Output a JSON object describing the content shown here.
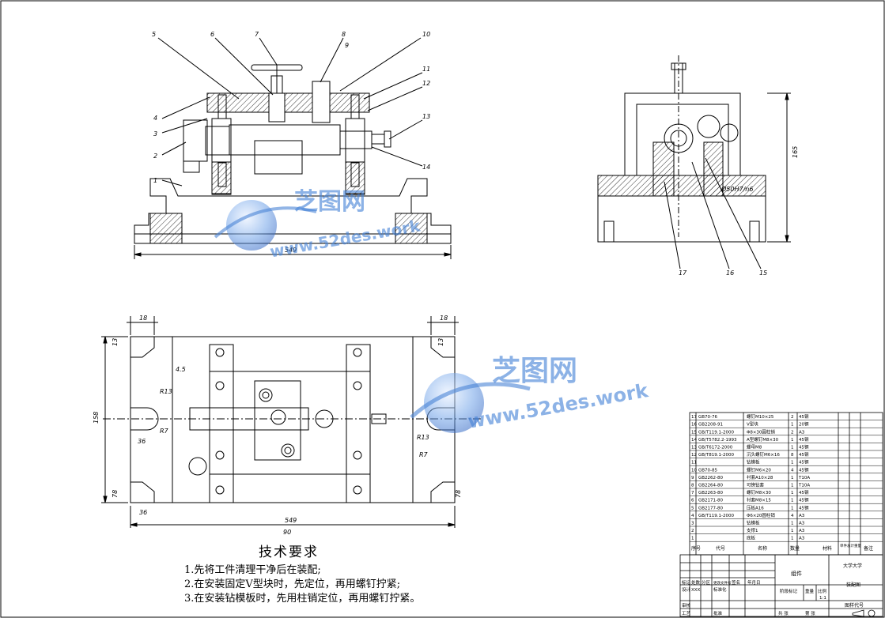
{
  "drawing": {
    "front_view": {
      "dimension_overall_width": "549",
      "callouts": [
        "1",
        "2",
        "3",
        "4",
        "5",
        "6",
        "7",
        "8",
        "9",
        "10",
        "11",
        "12",
        "13",
        "14"
      ]
    },
    "side_view": {
      "dimension_height": "165",
      "fit_label": "Ø50H7/n6",
      "callouts": [
        "15",
        "16",
        "17"
      ]
    },
    "top_view": {
      "dim_width_bottom": "549",
      "dim_width_bottom_sub": "90",
      "dim_height": "158",
      "dim_18_left": "18",
      "dim_18_right": "18",
      "dim_4_5": "4.5",
      "radius_labels": [
        "R13",
        "R7",
        "R13",
        "R7"
      ],
      "dim_small": [
        "13",
        "13",
        "78",
        "78",
        "36",
        "36"
      ]
    },
    "watermark": {
      "brand": "芝图网",
      "url": "www.52des.work"
    }
  },
  "technical_requirements": {
    "title": "技术要求",
    "items": [
      "1.先将工件清理干净后在装配;",
      "2.在安装固定V型块时，先定位，再用螺钉拧紧;",
      "3.在安装钻模板时，先用柱销定位，再用螺钉拧紧。"
    ]
  },
  "bom": {
    "rows": [
      {
        "no": "17",
        "code": "GB70-76",
        "name": "螺钉M10×25",
        "qty": "2",
        "mat": "45钢"
      },
      {
        "no": "16",
        "code": "GB2208-91",
        "name": "V型块",
        "qty": "1",
        "mat": "20钢"
      },
      {
        "no": "15",
        "code": "GB/T119.1-2000",
        "name": "Φ8×30圆柱销",
        "qty": "2",
        "mat": "A3"
      },
      {
        "no": "14",
        "code": "GB/T5782.2-1993",
        "name": "A型螺钉M8×30",
        "qty": "1",
        "mat": "45钢"
      },
      {
        "no": "13",
        "code": "GB/T6172-2000",
        "name": "螺母M8",
        "qty": "1",
        "mat": "45钢"
      },
      {
        "no": "12",
        "code": "GB/T819.1-2000",
        "name": "沉头螺钉M6×16",
        "qty": "8",
        "mat": "45钢"
      },
      {
        "no": "11",
        "code": "",
        "name": "钻模板",
        "qty": "1",
        "mat": "45钢"
      },
      {
        "no": "10",
        "code": "GB70-85",
        "name": "螺钉M6×20",
        "qty": "4",
        "mat": "45钢"
      },
      {
        "no": "9",
        "code": "GB2262-80",
        "name": "衬套A10×28",
        "qty": "1",
        "mat": "T10A"
      },
      {
        "no": "8",
        "code": "GB2264-80",
        "name": "可换钻套",
        "qty": "1",
        "mat": "T10A"
      },
      {
        "no": "7",
        "code": "GB2263-80",
        "name": "螺钉M8×30",
        "qty": "1",
        "mat": "45钢"
      },
      {
        "no": "6",
        "code": "GB2171-80",
        "name": "衬套M8×15",
        "qty": "1",
        "mat": "45钢"
      },
      {
        "no": "5",
        "code": "GB2177-80",
        "name": "压板A16",
        "qty": "1",
        "mat": "45钢"
      },
      {
        "no": "4",
        "code": "GB/T119.1-2000",
        "name": "Φ6×20圆柱销",
        "qty": "4",
        "mat": "A3"
      },
      {
        "no": "3",
        "code": "",
        "name": "钻模板",
        "qty": "1",
        "mat": "A3"
      },
      {
        "no": "2",
        "code": "",
        "name": "支撑1",
        "qty": "1",
        "mat": "A3"
      },
      {
        "no": "1",
        "code": "",
        "name": "底板",
        "qty": "1",
        "mat": "A3"
      }
    ],
    "header": {
      "no": "序号",
      "code": "代号",
      "name": "名称",
      "qty": "数量",
      "mat": "材料",
      "weight": "单件总计重量",
      "remark": "备注"
    }
  },
  "title_block": {
    "part": "组件",
    "school": "大学大学",
    "drawing_name": "装配图",
    "scale": "1:1",
    "code": "图样代号",
    "labels": {
      "mark": "标记",
      "count": "处数",
      "zone": "分区",
      "change_doc": "更改文件号",
      "sign": "签名",
      "date": "年月日",
      "design": "设计",
      "standard": "标准化",
      "stage_mark": "阶段标记",
      "weight": "重量",
      "ratio": "比例",
      "review": "审核",
      "process": "工艺",
      "approve": "批准",
      "total": "共 张",
      "sheet": "第 张",
      "designer": "XXX"
    }
  },
  "colors": {
    "line": "#000000",
    "hatch": "#000000",
    "watermark": "#4a84d6"
  }
}
